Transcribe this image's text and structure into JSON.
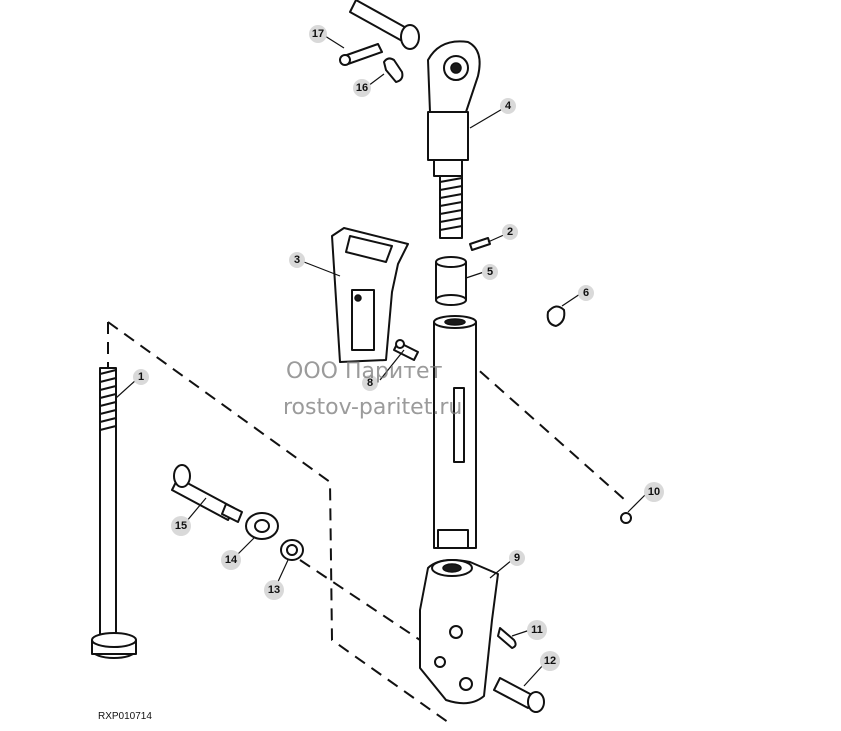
{
  "drawing_code": "RXP010714",
  "watermark": {
    "line1": "ООО Паритет",
    "line2": "rostov-paritet.ru"
  },
  "callouts": [
    {
      "id": "1",
      "part": "long-bolt"
    },
    {
      "id": "2",
      "part": "roll-pin"
    },
    {
      "id": "3",
      "part": "bracket"
    },
    {
      "id": "4",
      "part": "upper-rod-end"
    },
    {
      "id": "5",
      "part": "bushing"
    },
    {
      "id": "6",
      "part": "spring-clip"
    },
    {
      "id": "8",
      "part": "grease-fitting"
    },
    {
      "id": "9",
      "part": "lower-clevis"
    },
    {
      "id": "10",
      "part": "ball"
    },
    {
      "id": "11",
      "part": "cotter-pin"
    },
    {
      "id": "12",
      "part": "clevis-pin"
    },
    {
      "id": "13",
      "part": "bushing"
    },
    {
      "id": "14",
      "part": "washer"
    },
    {
      "id": "15",
      "part": "shoulder-bolt"
    },
    {
      "id": "16",
      "part": "spring-clip"
    },
    {
      "id": "17",
      "part": "pin"
    }
  ]
}
